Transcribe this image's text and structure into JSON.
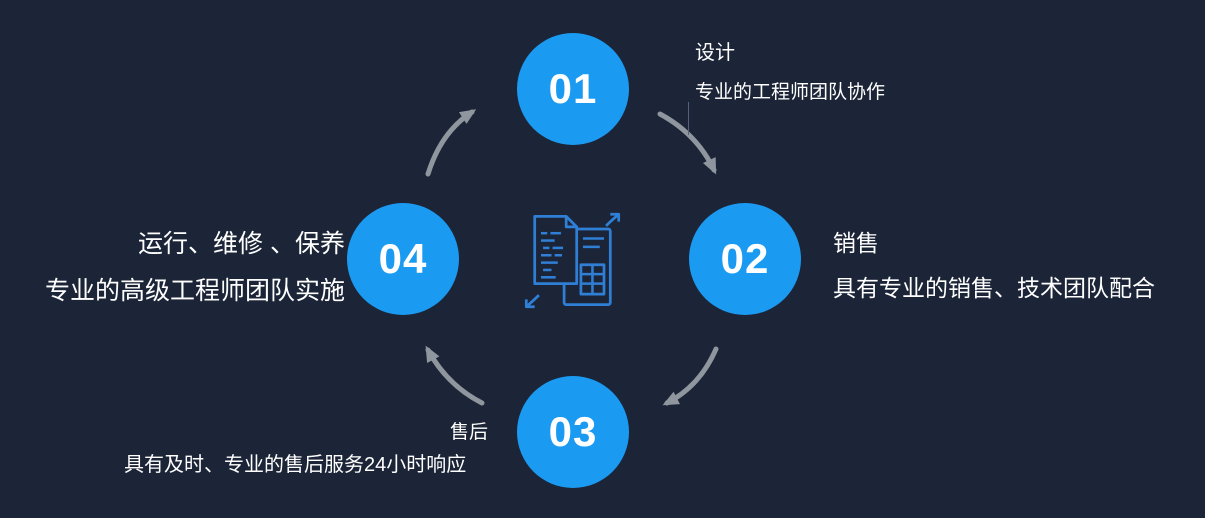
{
  "diagram": {
    "background": "#1c2537",
    "circle_color": "#1b9af2",
    "arrow_color": "#8f969e",
    "icon_color": "#2f7fd6",
    "text_color": "#ffffff",
    "center_icon": "document-sync-icon",
    "type": "circular-process-cycle"
  },
  "steps": [
    {
      "number": "01",
      "title": "设计",
      "description": "专业的工程师团队协作"
    },
    {
      "number": "02",
      "title": "销售",
      "description": "具有专业的销售、技术团队配合"
    },
    {
      "number": "03",
      "title": "售后",
      "description": "具有及时、专业的售后服务24小时响应"
    },
    {
      "number": "04",
      "title": "运行、维修 、保养",
      "description": "专业的高级工程师团队实施"
    }
  ]
}
